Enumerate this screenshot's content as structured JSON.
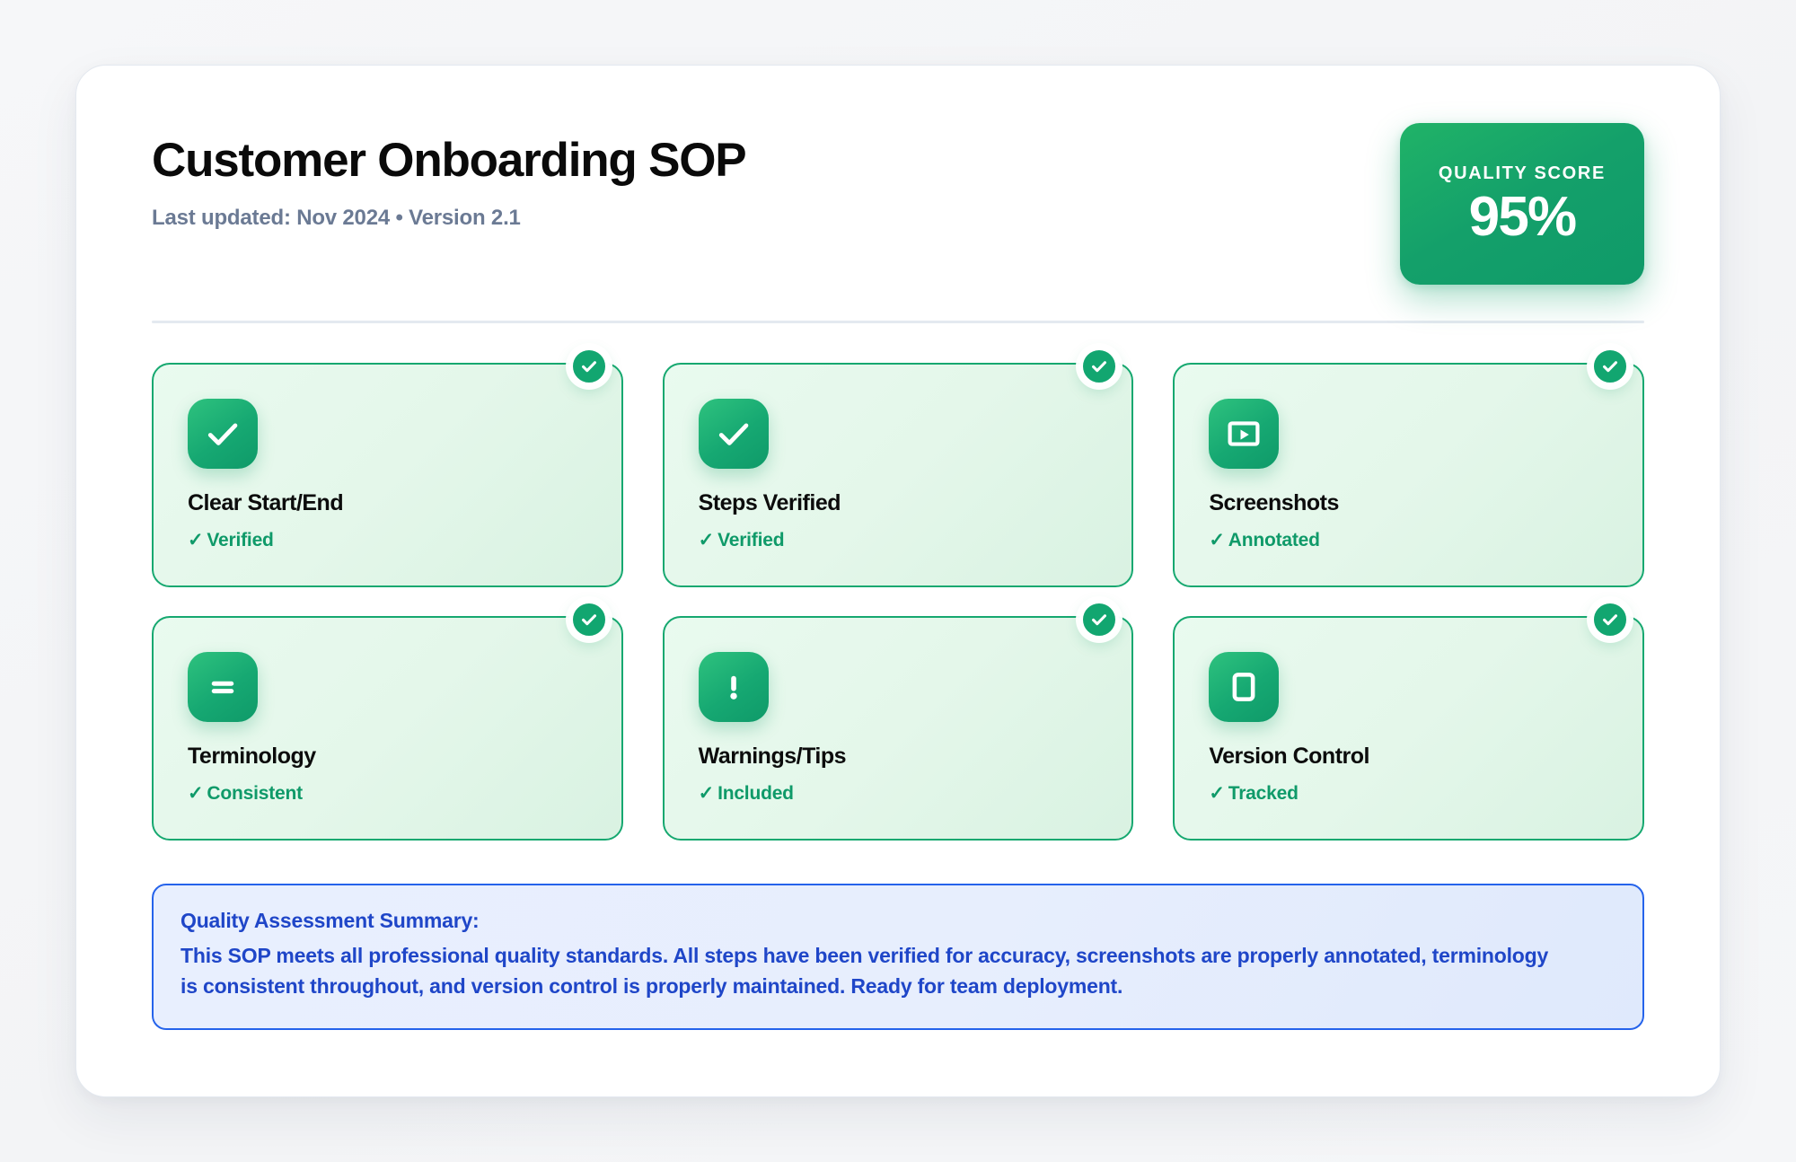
{
  "header": {
    "title": "Customer Onboarding SOP",
    "subtitle": "Last updated: Nov 2024 • Version 2.1",
    "score": {
      "label": "QUALITY SCORE",
      "value": "95%",
      "accent_color": "#10a069"
    }
  },
  "checklist": {
    "items": [
      {
        "title": "Clear Start/End",
        "status": "Verified",
        "tick": "✓",
        "icon": "check-icon",
        "badge_icon": "check-badge-icon"
      },
      {
        "title": "Steps Verified",
        "status": "Verified",
        "tick": "✓",
        "icon": "check-icon",
        "badge_icon": "check-badge-icon"
      },
      {
        "title": "Screenshots",
        "status": "Annotated",
        "tick": "✓",
        "icon": "play-frame-icon",
        "badge_icon": "check-badge-icon"
      },
      {
        "title": "Terminology",
        "status": "Consistent",
        "tick": "✓",
        "icon": "equals-icon",
        "badge_icon": "check-badge-icon"
      },
      {
        "title": "Warnings/Tips",
        "status": "Included",
        "tick": "✓",
        "icon": "exclamation-icon",
        "badge_icon": "check-badge-icon"
      },
      {
        "title": "Version Control",
        "status": "Tracked",
        "tick": "✓",
        "icon": "document-outline-icon",
        "badge_icon": "check-badge-icon"
      }
    ]
  },
  "summary": {
    "heading": "Quality Assessment Summary:",
    "body": "This SOP meets all professional quality standards. All steps have been verified for accuracy, screenshots are properly annotated, terminology is consistent throughout, and version control is properly maintained. Ready for team deployment.",
    "accent_color": "#2563eb"
  }
}
